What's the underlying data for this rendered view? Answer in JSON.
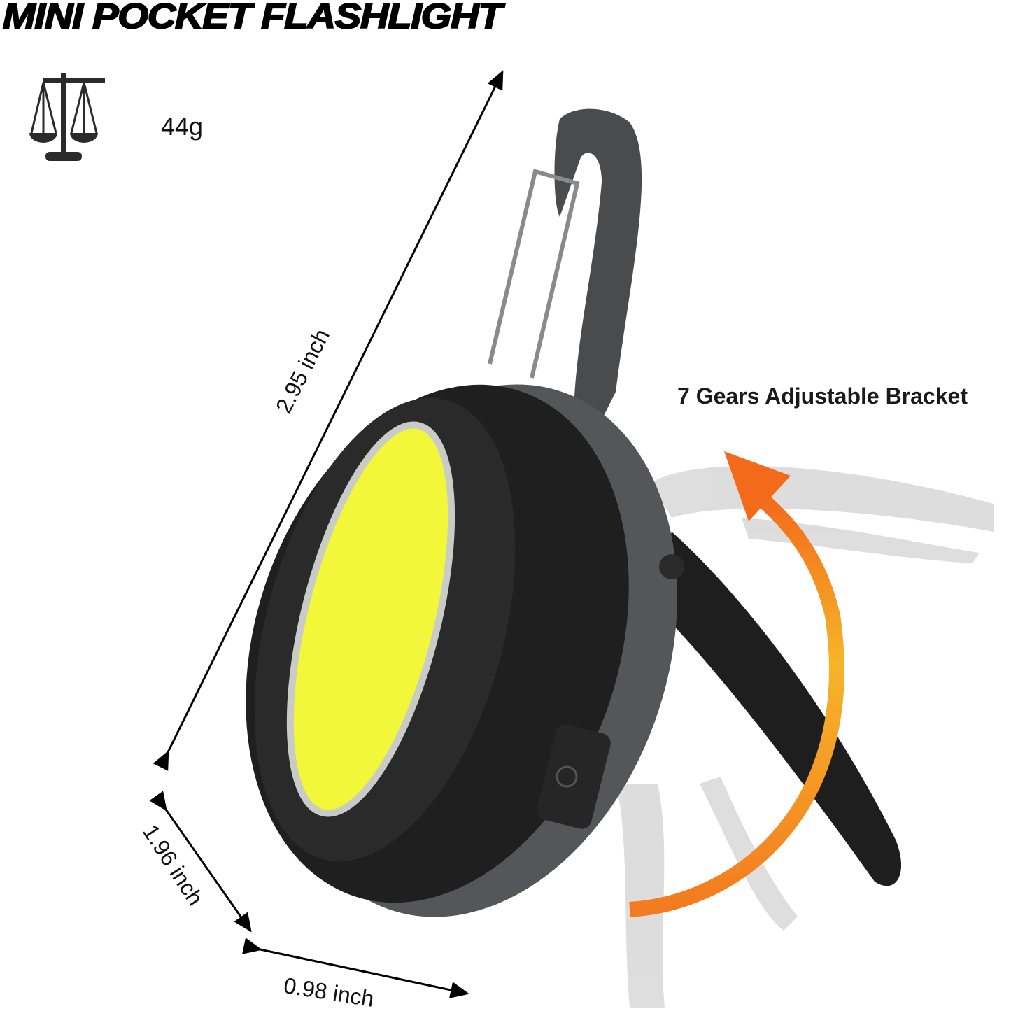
{
  "title": "MINI POCKET FLASHLIGHT",
  "weight": {
    "icon": "balance-scale-icon",
    "value": "44g"
  },
  "dimensions": {
    "height": "2.95 inch",
    "width": "1.96 inch",
    "depth": "0.98 inch"
  },
  "feature_label": "7 Gears Adjustable Bracket",
  "colors": {
    "cob_light": "#f3f73a",
    "body": "#2b2b2b",
    "accent_arrow": "#f59a1c"
  }
}
